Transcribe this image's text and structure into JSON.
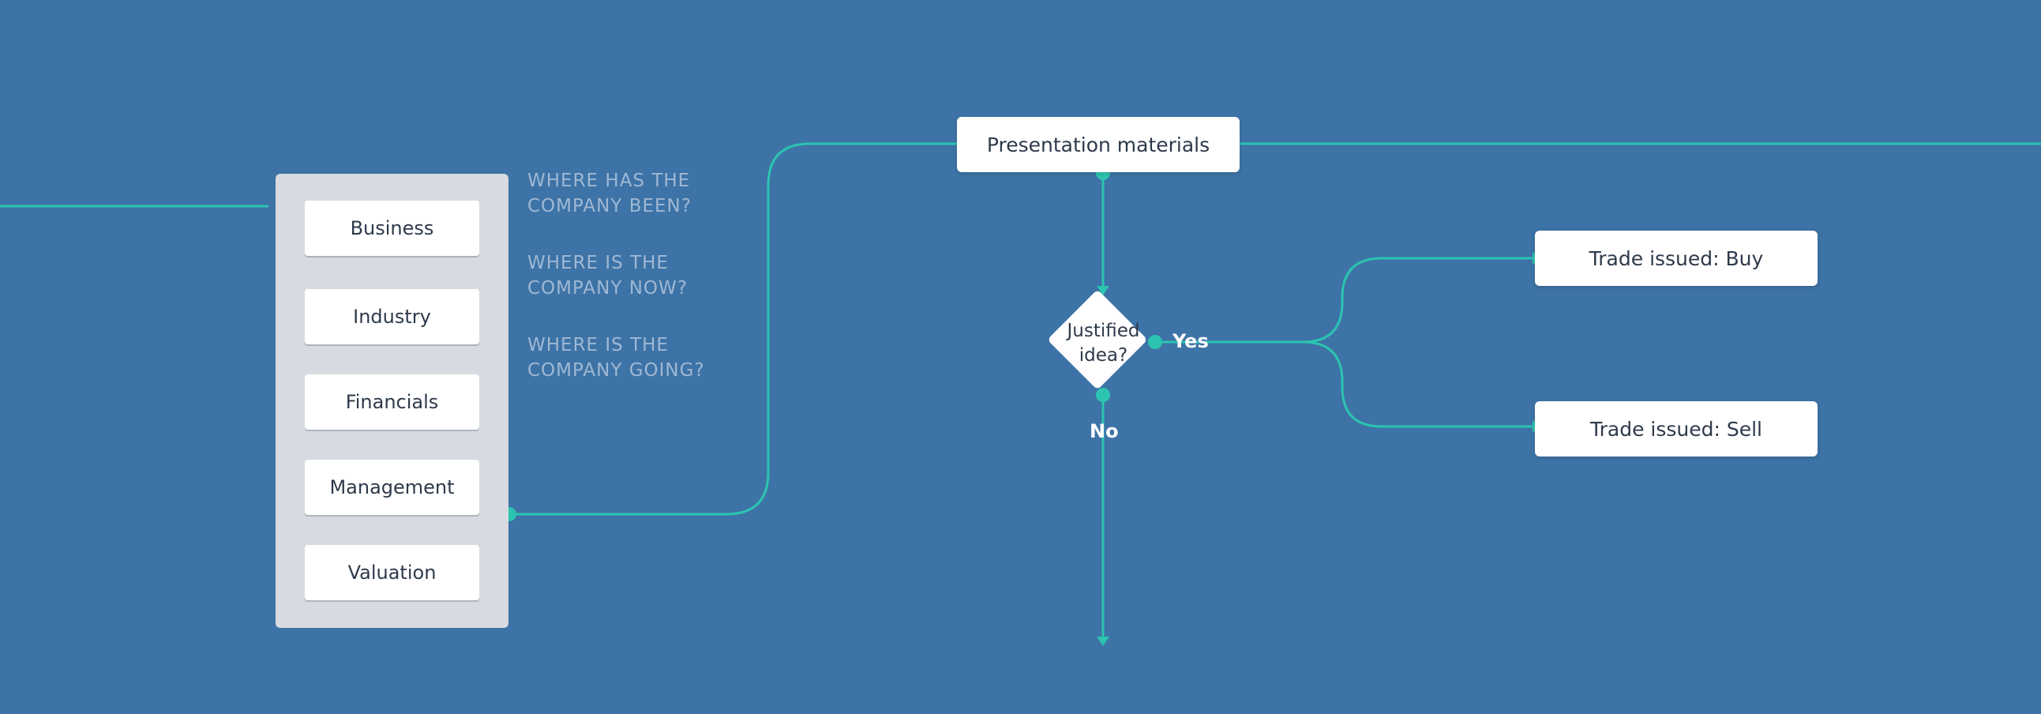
{
  "checklist": {
    "items": [
      {
        "label": "Business"
      },
      {
        "label": "Industry"
      },
      {
        "label": "Financials"
      },
      {
        "label": "Management"
      },
      {
        "label": "Valuation"
      }
    ]
  },
  "questions": [
    {
      "line1": "WHERE HAS THE",
      "line2": "COMPANY BEEN?"
    },
    {
      "line1": "WHERE IS THE",
      "line2": "COMPANY NOW?"
    },
    {
      "line1": "WHERE IS THE",
      "line2": "COMPANY GOING?"
    }
  ],
  "nodes": {
    "presentation": "Presentation materials",
    "decision_line1": "Justified",
    "decision_line2": "idea?",
    "buy": "Trade issued: Buy",
    "sell": "Trade issued: Sell"
  },
  "labels": {
    "yes": "Yes",
    "no": "No"
  },
  "colors": {
    "background": "#3d73a6",
    "connector": "#2cc4b0",
    "panel": "#d7dbe1",
    "question_text": "#9fb8d4"
  }
}
